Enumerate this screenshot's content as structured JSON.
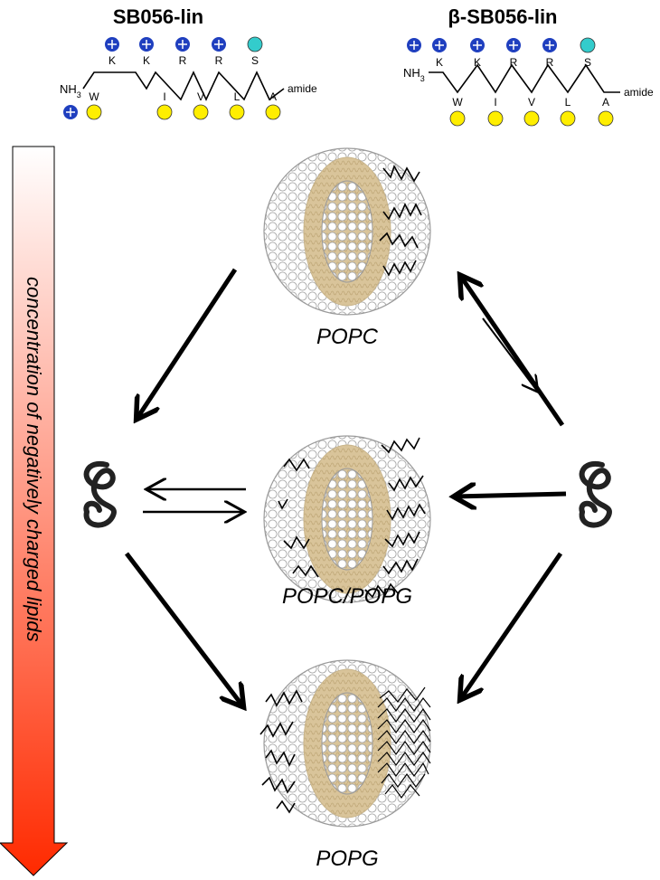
{
  "peptides": [
    {
      "name": "SB056-lin",
      "nterm": "NH3",
      "cterm": "amide",
      "top_residues": [
        "K",
        "K",
        "R",
        "R",
        "S"
      ],
      "bottom_residues": [
        "W",
        "I",
        "V",
        "L",
        "A"
      ]
    },
    {
      "name": "β-SB056-lin",
      "nterm": "NH3",
      "cterm": "amide",
      "top_residues": [
        "K",
        "K",
        "R",
        "R",
        "S"
      ],
      "bottom_residues": [
        "W",
        "I",
        "V",
        "L",
        "A"
      ]
    }
  ],
  "gradient_label": "concentration of negatively charged lipids",
  "vesicles": [
    {
      "label": "POPC"
    },
    {
      "label": "POPC/POPG"
    },
    {
      "label": "POPG"
    }
  ],
  "colors": {
    "cationic": "#1f3fbf",
    "polar": "#33cccc",
    "hydrophobic": "#ffee00",
    "lipid_core": "#d9c49a",
    "gradient_top": "#ffffff",
    "gradient_bottom": "#ff2a00"
  }
}
